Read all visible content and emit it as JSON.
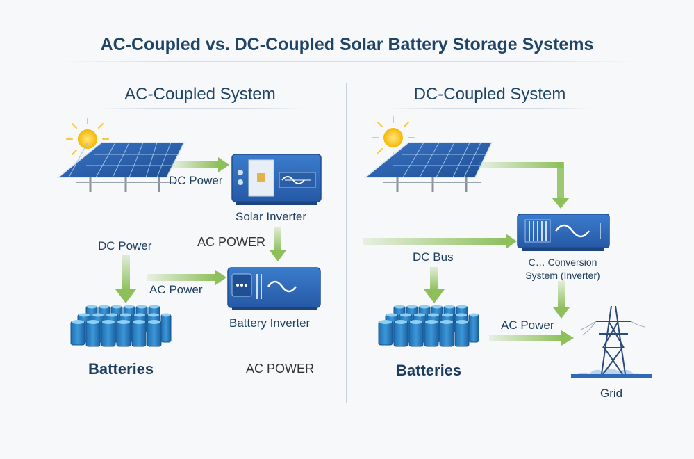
{
  "title": "AC-Coupled vs. DC-Coupled Solar Battery Storage Systems",
  "ac_system": {
    "title": "AC-Coupled System",
    "dc_power_top": "DC Power",
    "solar_inverter": "Solar Inverter",
    "ac_power_caps_1": "AC POWER",
    "dc_power_left": "DC Power",
    "ac_power": "AC Power",
    "battery_inverter": "Battery Inverter",
    "batteries": "Batteries",
    "ac_power_caps_2": "AC POWER"
  },
  "dc_system": {
    "title": "DC-Coupled System",
    "dc_bus": "DC Bus",
    "conversion_line1": "C… Conversion",
    "conversion_line2": "System (Inverter)",
    "ac_power": "AC Power",
    "batteries": "Batteries",
    "grid": "Grid"
  },
  "colors": {
    "title": "#1f4466",
    "arrow": "#8dbf5a",
    "device": "#2f69b8",
    "battery": "#2a7fc0",
    "panel": "#2e5fa8"
  }
}
